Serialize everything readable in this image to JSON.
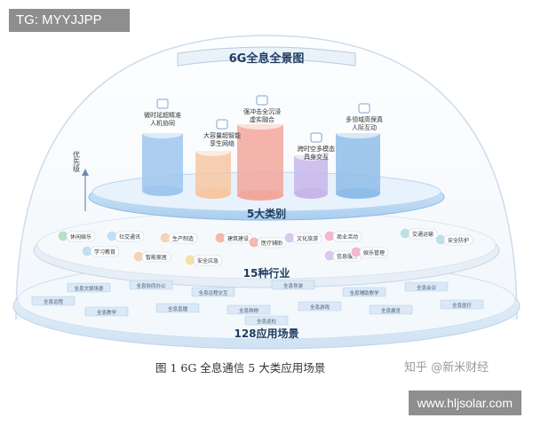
{
  "watermark_top": "TG: MYYJJPP",
  "watermark_bottom": "www.hljsolar.com",
  "zhihu_mark": "知乎 @新米财经",
  "caption": "图 1   6G 全息通信 5 大类应用场景",
  "diagram": {
    "title": "6G全息全景图",
    "axis_label": "优先级",
    "layers": [
      {
        "label": "5大类别"
      },
      {
        "label": "15种行业"
      },
      {
        "label": "128应用场景"
      }
    ],
    "categories": [
      {
        "label": "微时延超精准\n人机协同",
        "color": "#9fc6ee"
      },
      {
        "label": "大容量超智能\n孪生网络",
        "color": "#f7c7a2"
      },
      {
        "label": "强冲击全沉浸\n虚实融合",
        "color": "#f2a79c"
      },
      {
        "label": "跨时空多模态\n具身交互",
        "color": "#c8b6ea"
      },
      {
        "label": "多领域高保真\n人际互动",
        "color": "#8fbde9"
      }
    ],
    "industries": [
      "休闲娱乐",
      "学习教育",
      "社交通讯",
      "智能家居",
      "生产制造",
      "安全应急",
      "建筑建设",
      "医疗辅助",
      "文化旅游",
      "信息服务",
      "商业活动",
      "娱乐管理",
      "交通运输",
      "安全防护"
    ],
    "scenes": [
      "全息文娱场景",
      "全息协同办公",
      "全息远程交互",
      "全息导游",
      "全息辅助教学",
      "全息会议",
      "全息远程",
      "全息教学",
      "全息直播",
      "全息购物",
      "全息游戏",
      "全息展览",
      "全息医疗",
      "全息巡检"
    ]
  },
  "colors": {
    "dome": "#d9e6f3",
    "ring_top": "#b9d7f2",
    "ring_mid": "#edf2f7",
    "ring_bottom": "#dce9f5",
    "accent": "#2a4f7a"
  }
}
